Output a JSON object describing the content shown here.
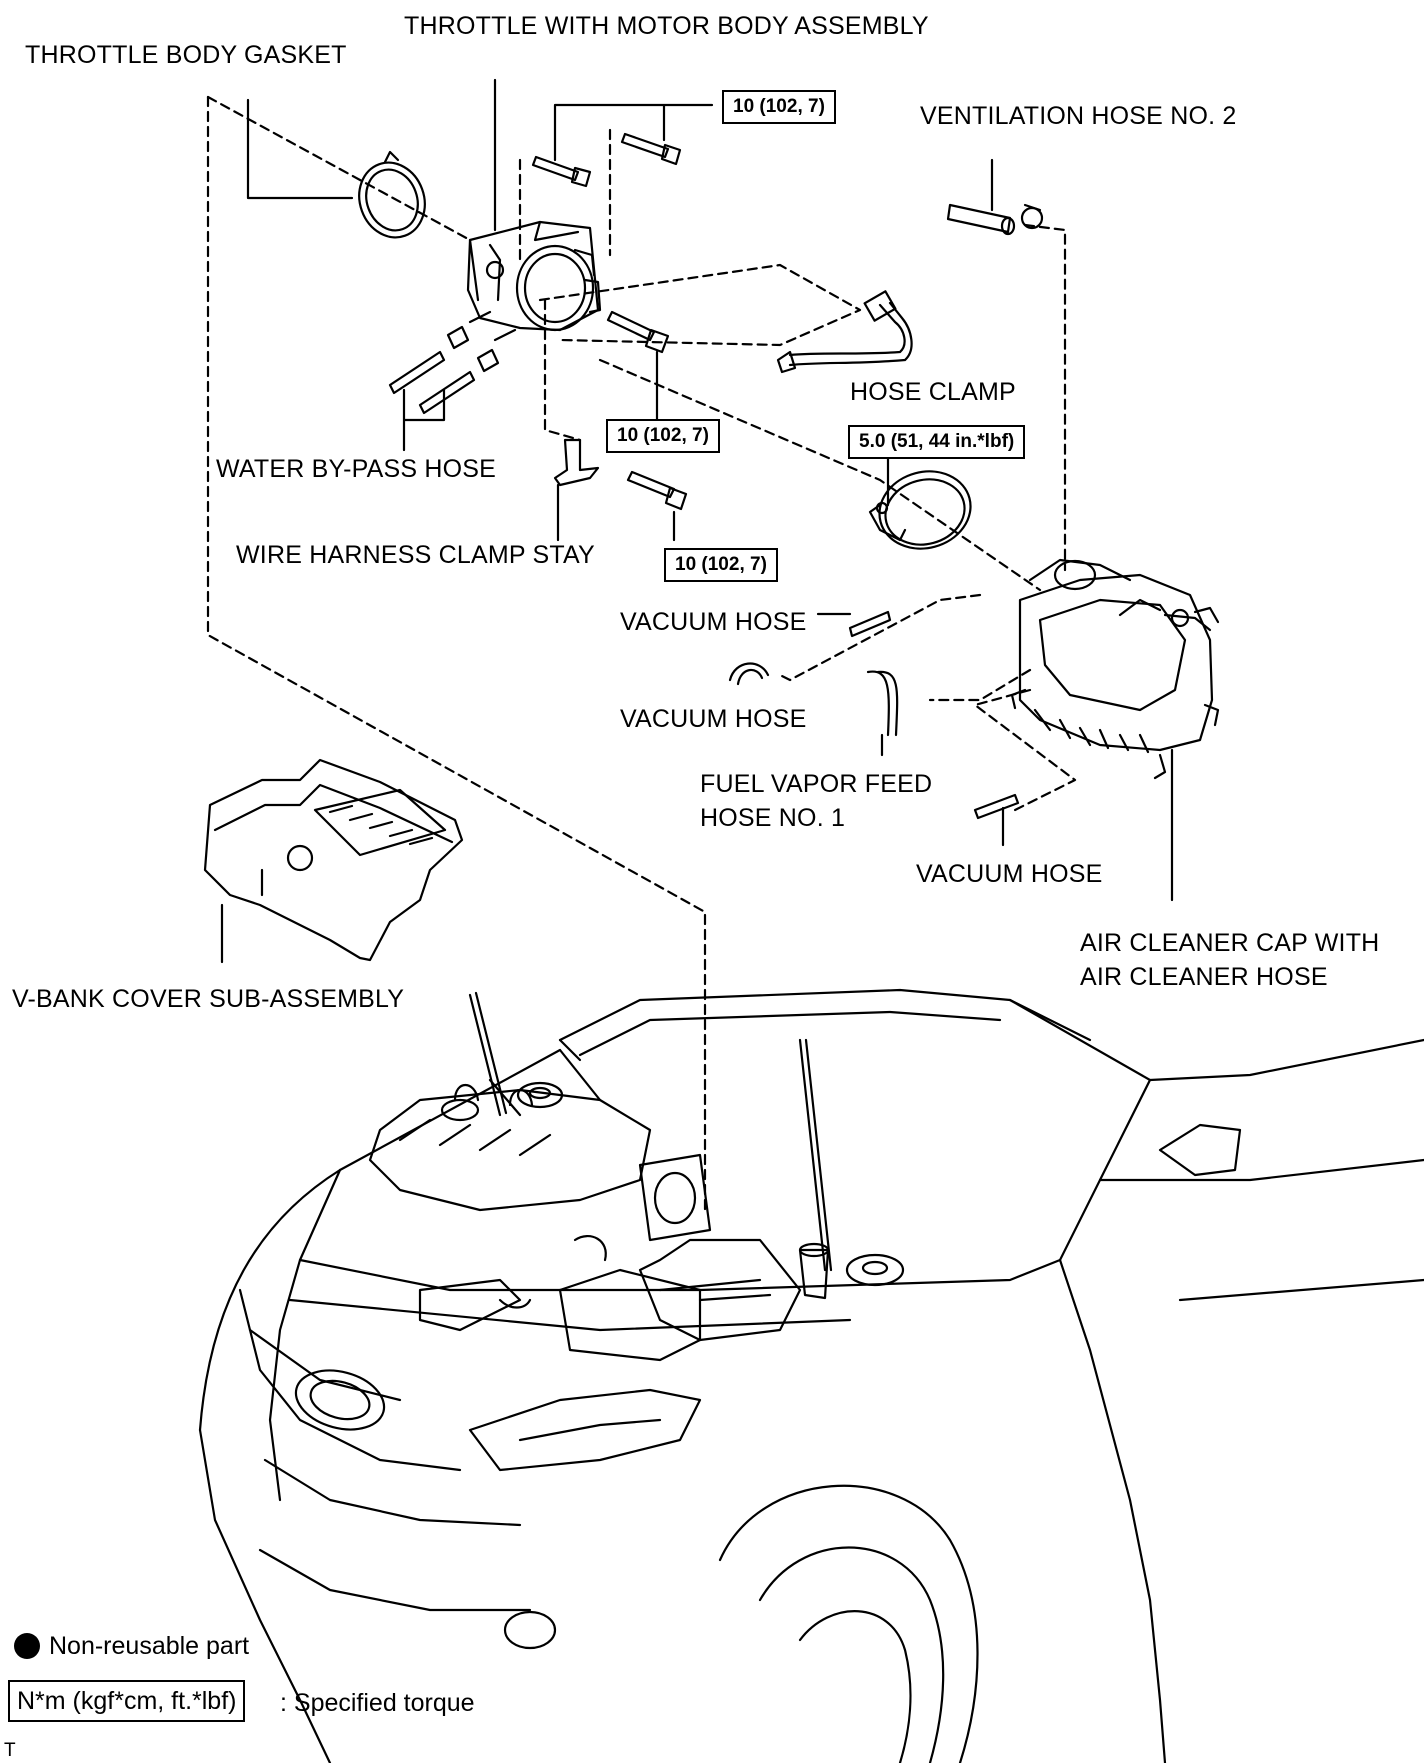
{
  "labels": {
    "throttle_body_gasket": "THROTTLE BODY GASKET",
    "throttle_motor_assembly": "THROTTLE WITH MOTOR BODY ASSEMBLY",
    "ventilation_hose_2": "VENTILATION HOSE NO. 2",
    "hose_clamp": "HOSE CLAMP",
    "water_bypass_hose": "WATER BY-PASS HOSE",
    "wire_harness_clamp_stay": "WIRE HARNESS CLAMP STAY",
    "vacuum_hose_1": "VACUUM HOSE",
    "vacuum_hose_2": "VACUUM HOSE",
    "vacuum_hose_3": "VACUUM HOSE",
    "fuel_vapor_feed_hose_line1": "FUEL VAPOR FEED",
    "fuel_vapor_feed_hose_line2": "HOSE NO. 1",
    "air_cleaner_cap_line1": "AIR CLEANER CAP WITH",
    "air_cleaner_cap_line2": "AIR CLEANER HOSE",
    "vbank_cover": "V-BANK COVER SUB-ASSEMBLY"
  },
  "torques": {
    "top_bolts": "10 (102, 7)",
    "middle_bolt": "10 (102, 7)",
    "clamp_stay_bolt": "10 (102, 7)",
    "hose_clamp": "5.0 (51, 44 in.*lbf)"
  },
  "legend": {
    "non_reusable": "Non-reusable part",
    "torque_format": "N*m (kgf*cm, ft.*lbf)",
    "specified_torque": ": Specified torque"
  },
  "corner_mark": "T"
}
